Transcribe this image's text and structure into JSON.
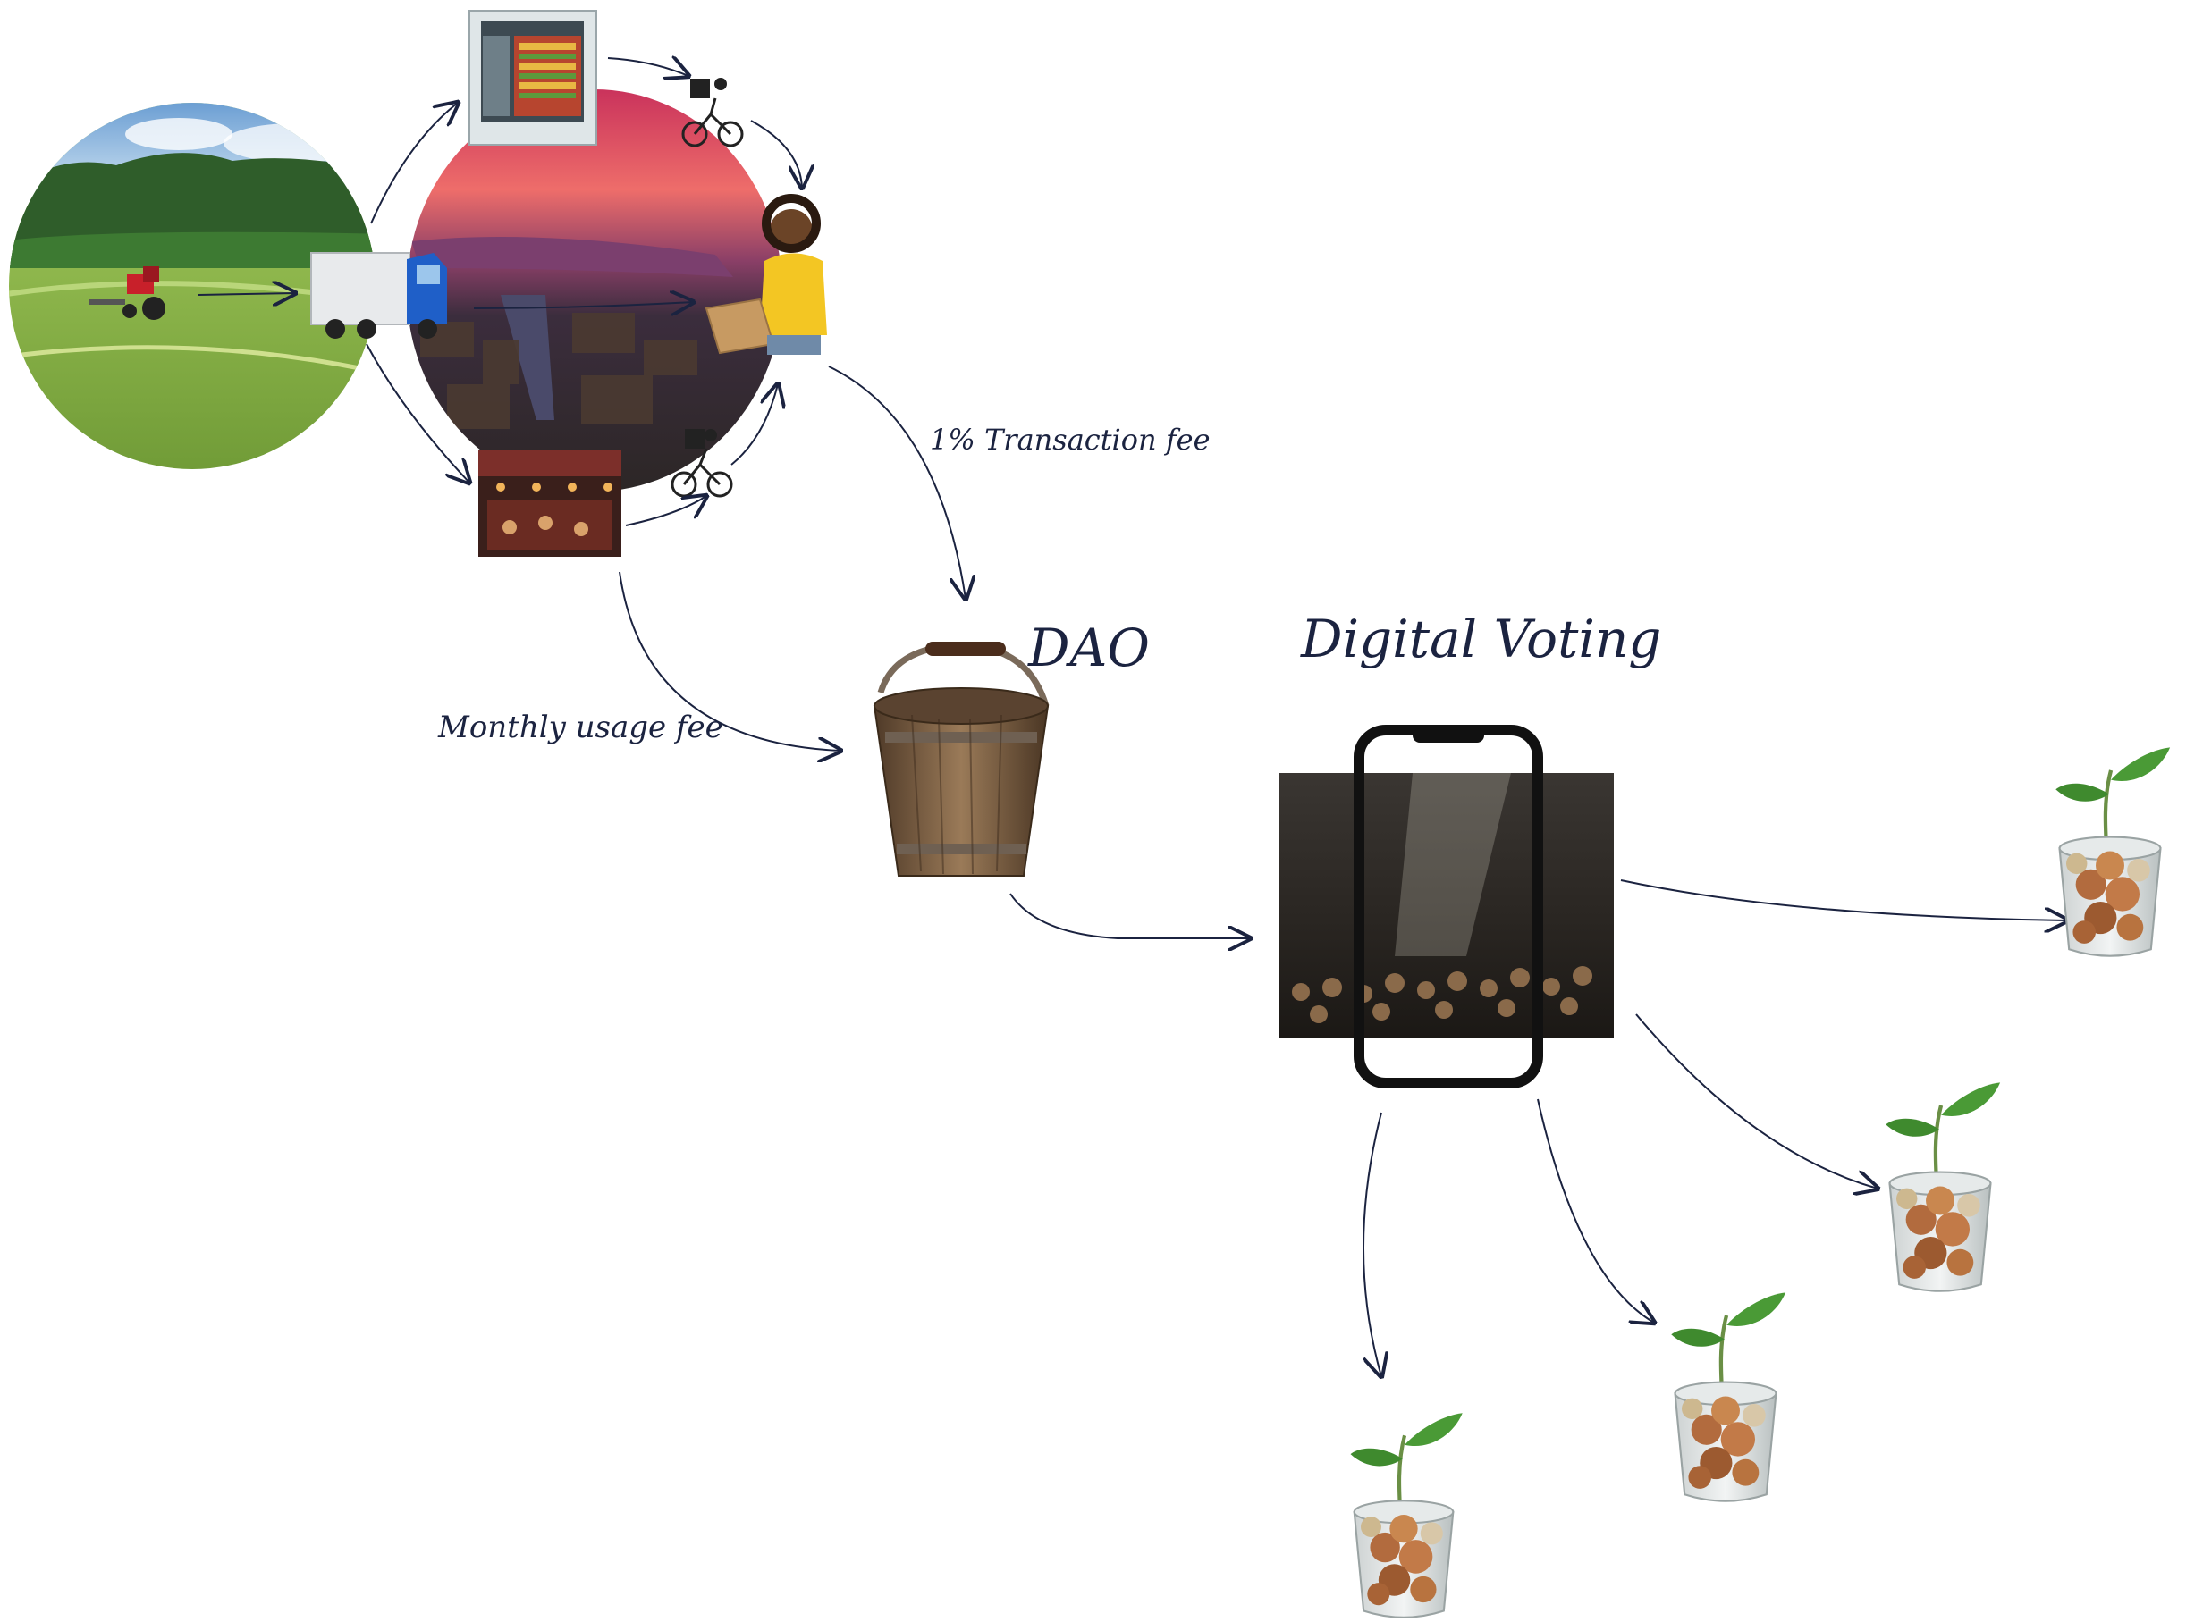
{
  "labels": {
    "transaction_fee": "1% Transaction fee",
    "monthly_fee": "Monthly usage fee",
    "dao": "DAO",
    "voting": "Digital Voting"
  },
  "colors": {
    "ink": "#1b2340",
    "sky": "#6fa3d6",
    "field": "#8fbf4a",
    "forest": "#2f5d2a",
    "sunset": "#e0566b",
    "lake": "#7b3f6e",
    "truck": "#1f5fc8",
    "tractor": "#c8202a",
    "shirt": "#f3c623",
    "bucket": "#7a5a3c",
    "leaf": "#3f8a2e",
    "coin": "#b26b3e",
    "phone": "#111111"
  },
  "icons": [
    "farm-field-icon",
    "city-aerial-icon",
    "shop-icon",
    "restaurant-icon",
    "courier-bike-icon",
    "customer-box-icon",
    "truck-icon",
    "tractor-icon",
    "bucket-icon",
    "phone-icon",
    "coin-jar-plant-icon"
  ]
}
